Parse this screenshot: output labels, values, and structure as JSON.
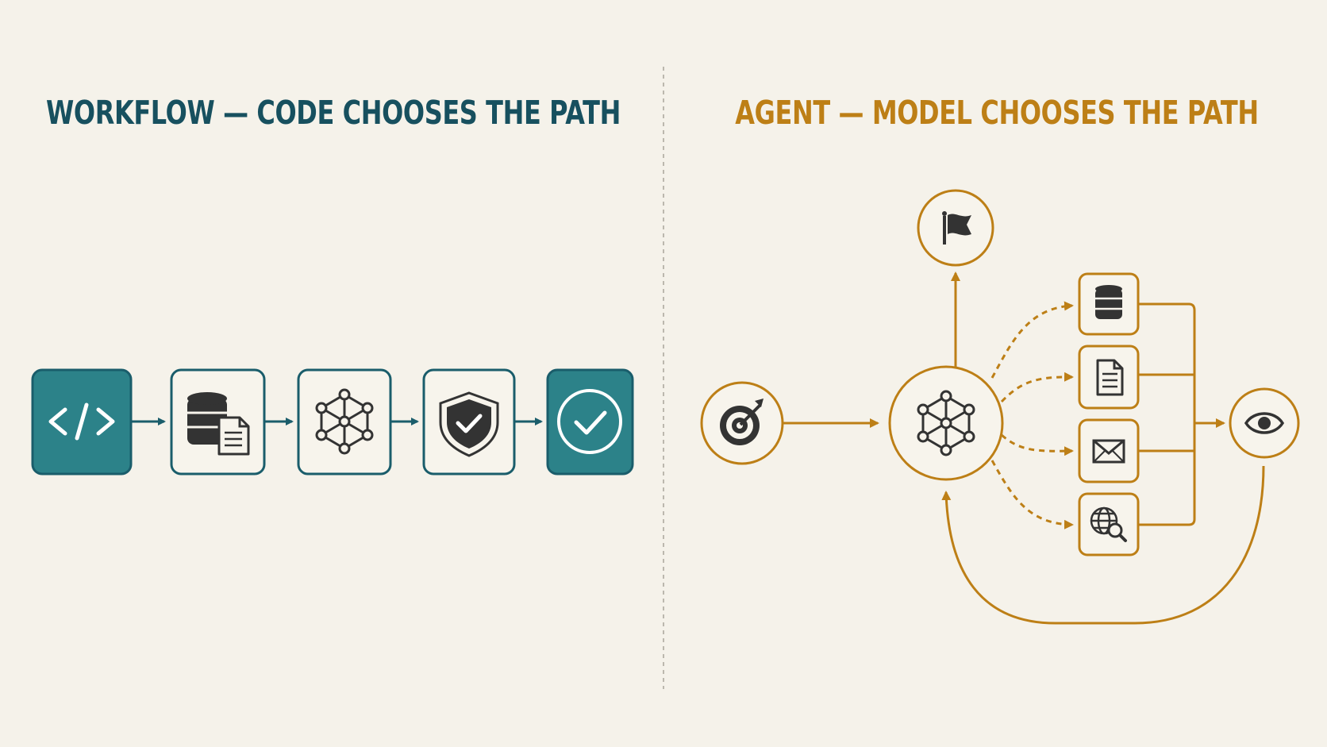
{
  "workflow": {
    "title": "WORKFLOW — CODE CHOOSES THE PATH",
    "color": "#1a5d6b",
    "fill_color": "#2c8289",
    "steps": [
      {
        "icon": "code-icon",
        "filled": true
      },
      {
        "icon": "database-document-icon",
        "filled": false
      },
      {
        "icon": "network-icon",
        "filled": false
      },
      {
        "icon": "shield-check-icon",
        "filled": false
      },
      {
        "icon": "checkmark-circle-icon",
        "filled": true
      }
    ]
  },
  "agent": {
    "title": "AGENT — MODEL CHOOSES THE PATH",
    "color": "#bd7f16",
    "nodes": {
      "goal": "target-icon",
      "model": "network-icon",
      "finish": "flag-icon",
      "observe": "eye-icon"
    },
    "tools": [
      "database-icon",
      "document-icon",
      "email-icon",
      "web-search-icon"
    ]
  },
  "divider": "dashed"
}
